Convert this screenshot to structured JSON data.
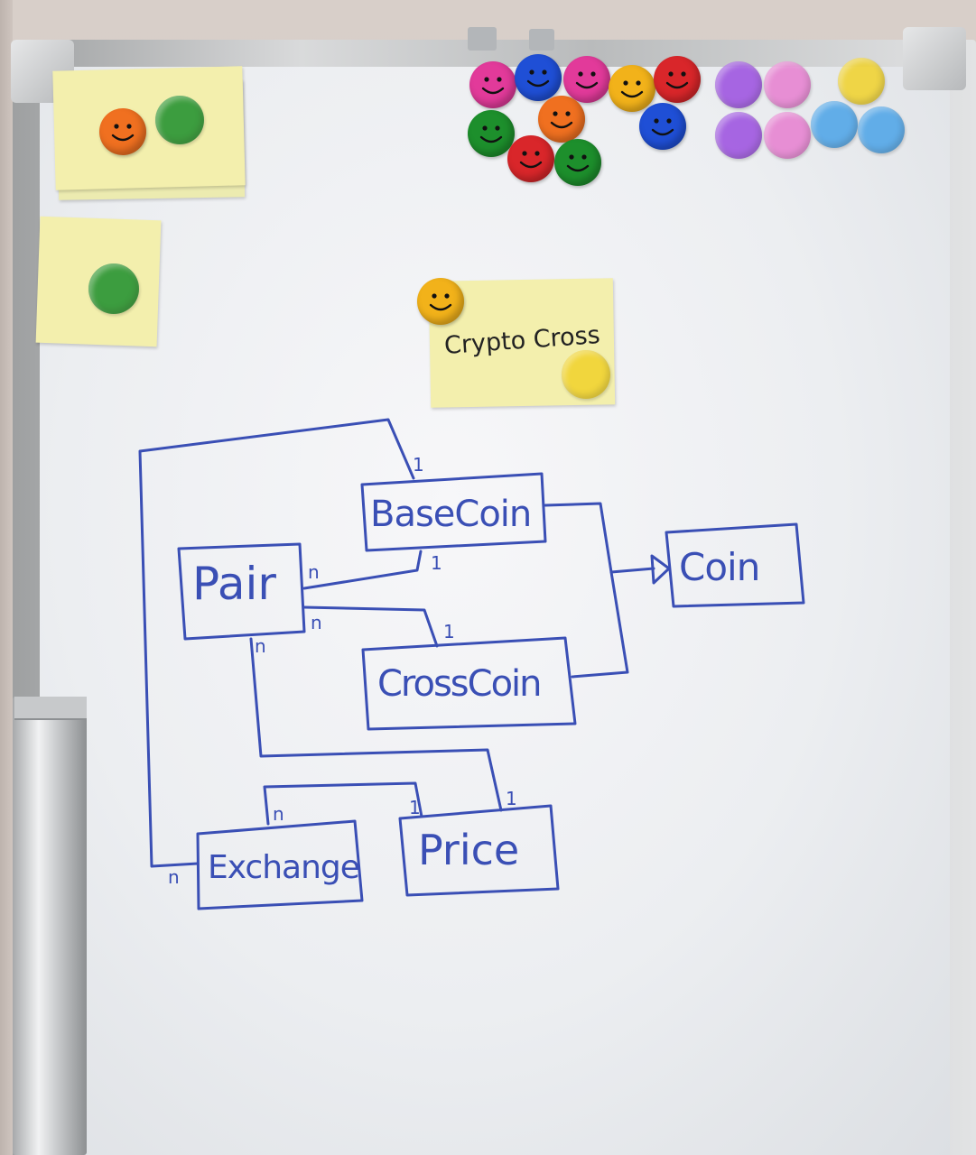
{
  "note": {
    "title": "Crypto Cross"
  },
  "classes": {
    "base_coin": "BaseCoin",
    "coin": "Coin",
    "pair": "Pair",
    "cross_coin": "CrossCoin",
    "exchange": "Exchange",
    "price": "Price"
  },
  "multiplicities": {
    "base_top": "1",
    "base_bottom": "1",
    "pair_right_top": "n",
    "pair_right_bottom": "n",
    "pair_bottom": "n",
    "cross_top": "1",
    "exchange_top": "n",
    "exchange_left": "n",
    "price_left_top": "1",
    "price_right_top": "1"
  },
  "colors": {
    "marker": "#3a4fb5",
    "sticky_note": "#f3efad",
    "board": "#eceef1"
  },
  "magnets": {
    "top_row_colors": [
      "#e23a9a",
      "#1f4fd6",
      "#e23a9a",
      "#f2b21a",
      "#d9262a",
      "#1f4fd6"
    ],
    "second_row_colors": [
      "#1d8f2c",
      "#f07020",
      "#d9262a",
      "#1d8f2c",
      "#1f4fd6"
    ],
    "transparent_colors": [
      "#9b4ee0",
      "#e77ed0",
      "#f1d22a",
      "#4aa3e8"
    ]
  }
}
